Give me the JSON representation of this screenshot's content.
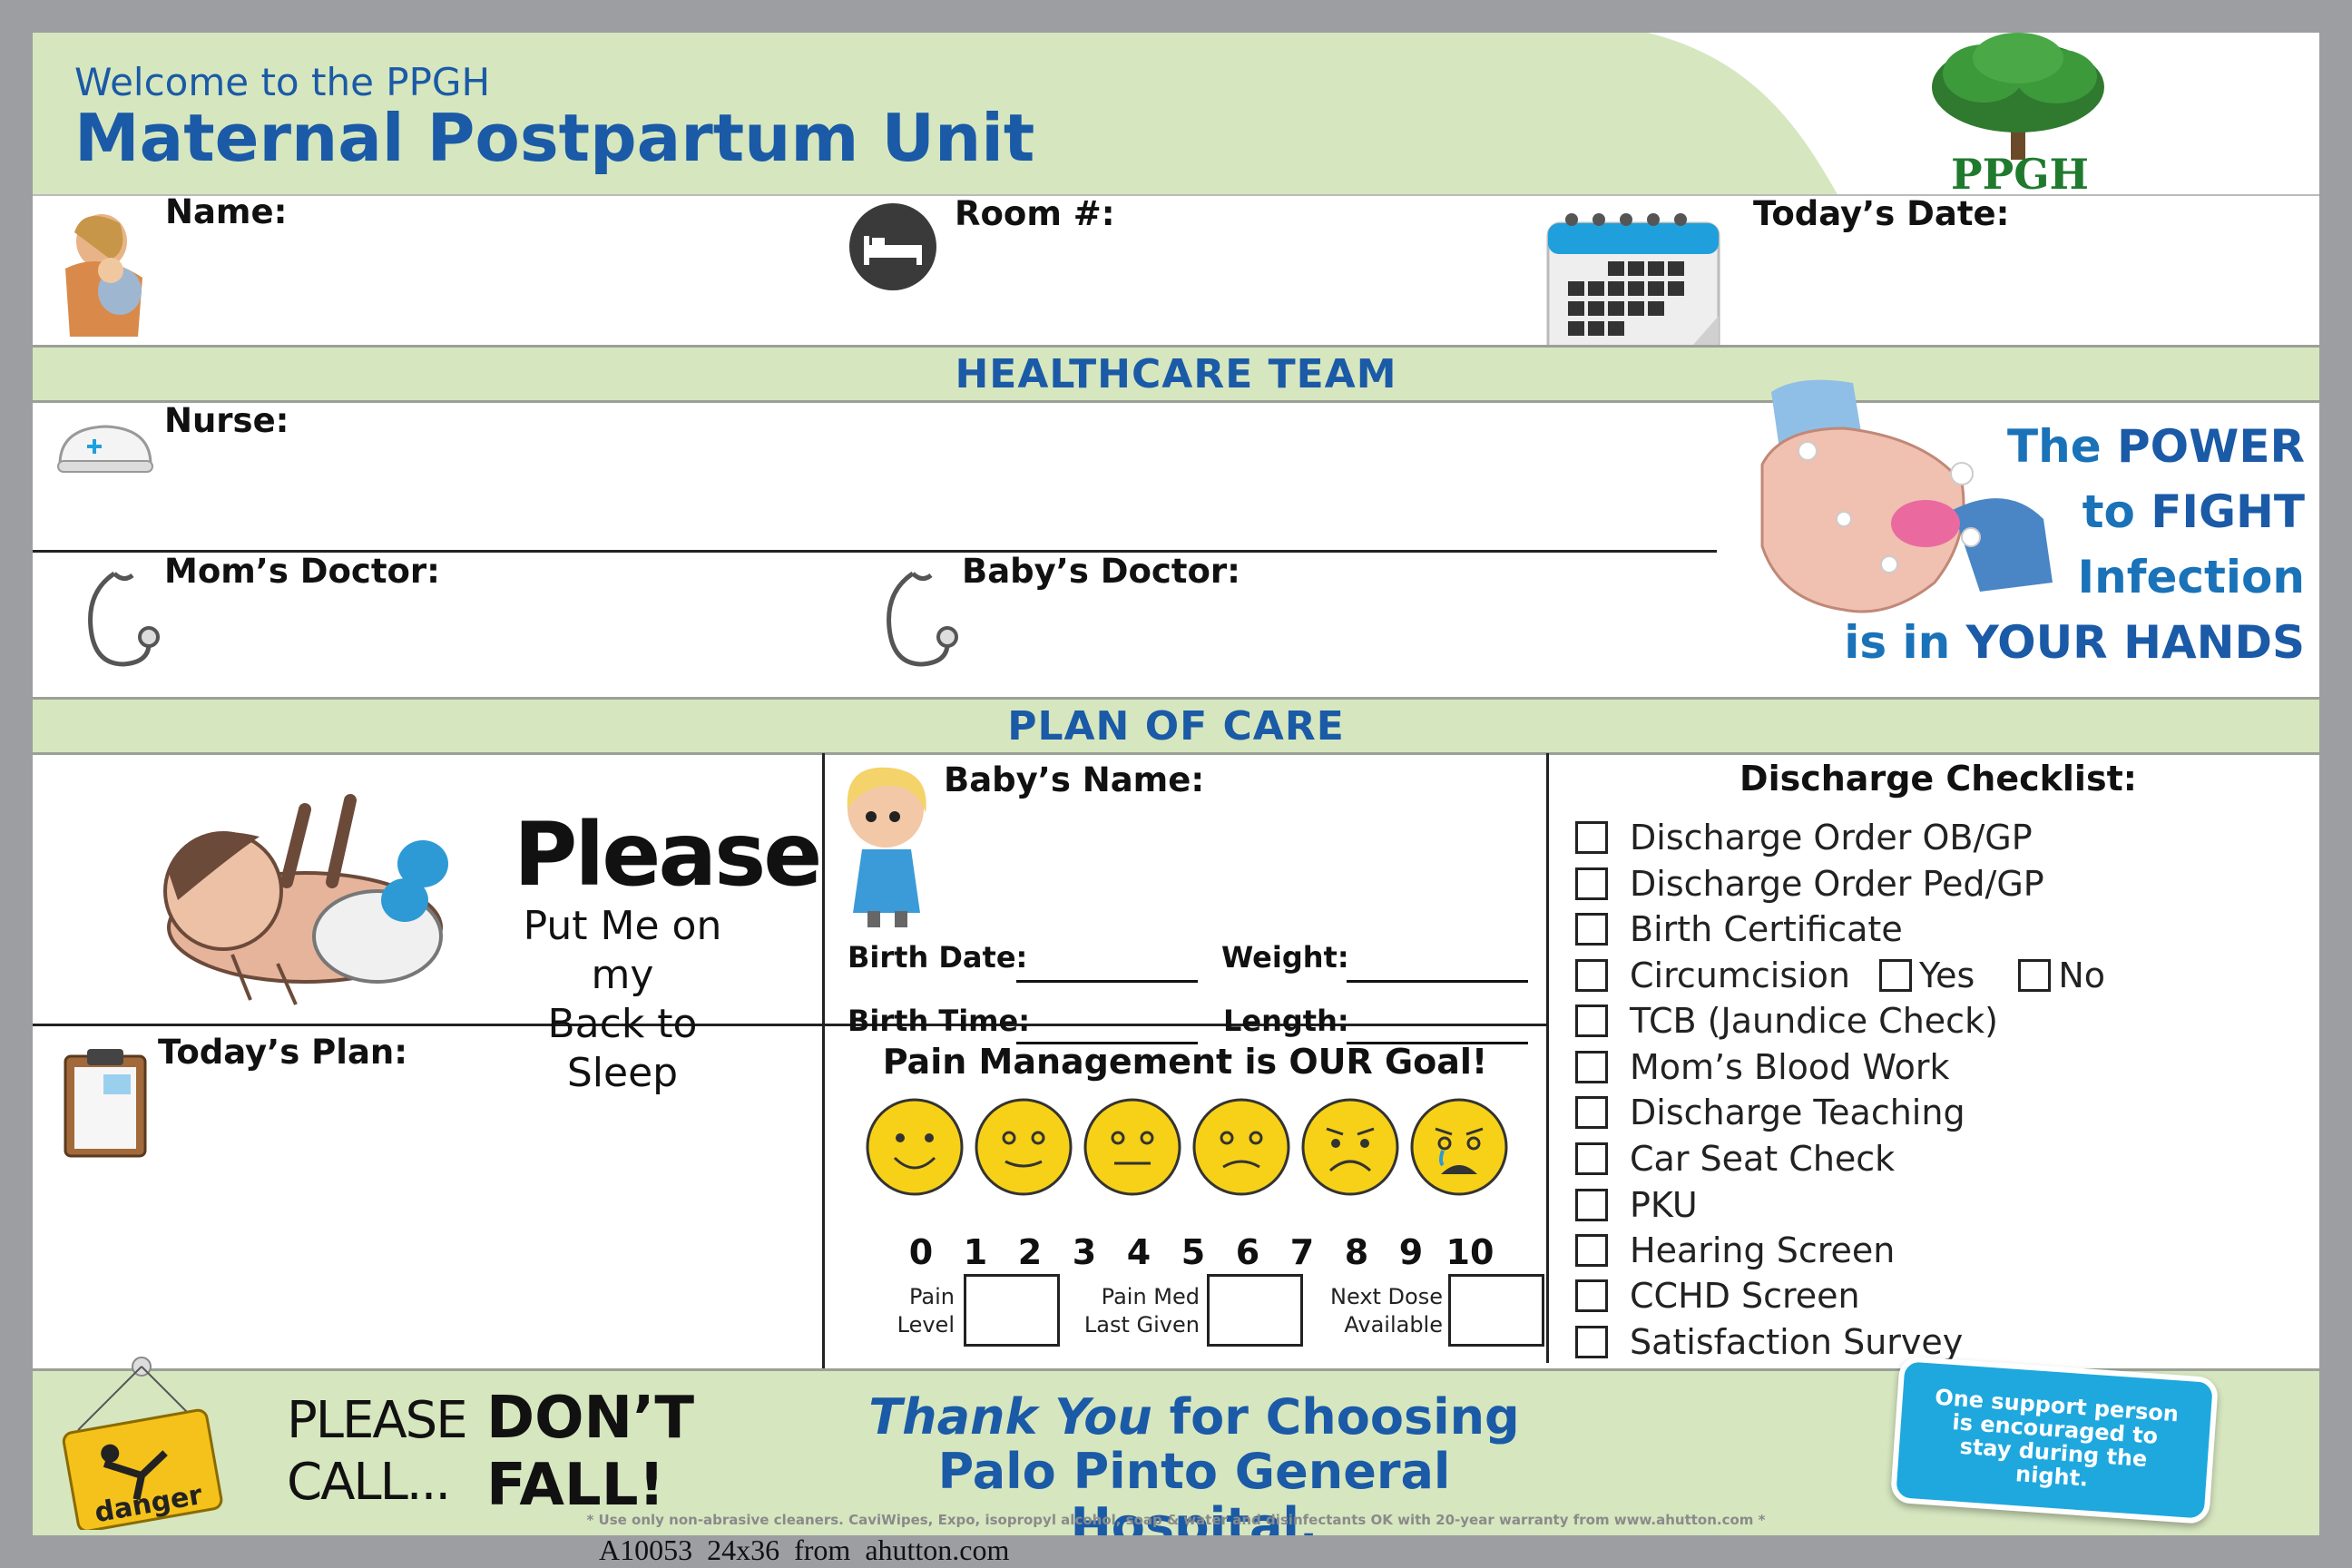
{
  "header": {
    "welcome": "Welcome to the PPGH",
    "unit": "Maternal Postpartum Unit",
    "logo_text": "PPGH"
  },
  "patient": {
    "name_label": "Name:",
    "room_label": "Room #:",
    "date_label": "Today’s Date:"
  },
  "team": {
    "title": "HEALTHCARE TEAM",
    "nurse_label": "Nurse:",
    "moms_doctor_label": "Mom’s Doctor:",
    "babys_doctor_label": "Baby’s Doctor:"
  },
  "hands_slogan": {
    "line1_a": "The ",
    "line1_b": "POWER",
    "line2_a": "to ",
    "line2_b": "FIGHT",
    "line3": "Infection",
    "line4_a": "is in ",
    "line4_b": "YOUR HANDS"
  },
  "care": {
    "title": "PLAN OF CARE",
    "sleep_big": "Please",
    "sleep_line1": "Put Me on my",
    "sleep_line2": "Back to Sleep",
    "babys_name_label": "Baby’s Name:",
    "birth_date_label": "Birth Date:",
    "weight_label": "Weight:",
    "birth_time_label": "Birth Time:",
    "length_label": "Length:",
    "todays_plan_label": "Today’s Plan:",
    "pain_title": "Pain Management is OUR Goal!",
    "pain_scale": [
      "0",
      "1",
      "2",
      "3",
      "4",
      "5",
      "6",
      "7",
      "8",
      "9",
      "10"
    ],
    "pain_level_1": "Pain",
    "pain_level_2": "Level",
    "pain_med_1": "Pain Med",
    "pain_med_2": "Last Given",
    "next_dose_1": "Next Dose",
    "next_dose_2": "Available"
  },
  "checklist": {
    "title": "Discharge Checklist:",
    "items": [
      "Discharge Order OB/GP",
      "Discharge Order Ped/GP",
      "Birth Certificate",
      "Circumcision",
      "TCB (Jaundice Check)",
      "Mom’s Blood Work",
      "Discharge Teaching",
      "Car Seat Check",
      "PKU",
      "Hearing Screen",
      "CCHD Screen",
      "Satisfaction Survey"
    ],
    "yes_label": "Yes",
    "no_label": "No"
  },
  "footer": {
    "danger_sign": "danger",
    "please_call_1": "PLEASE",
    "please_call_2": "CALL...",
    "dont_fall_1": "DON’T",
    "dont_fall_2": "FALL!",
    "thank_you_italic": "Thank You",
    "thank_you_rest": " for Choosing",
    "hospital": "Palo Pinto General Hospital.",
    "sticker": "One support person is encouraged to stay during the night.",
    "disclaimer": "* Use only non-abrasive cleaners. CaviWipes, Expo, isopropyl alcohol, soap & water and disinfectants OK with 20-year warranty from www.ahutton.com *",
    "product_code": "A10053  24x36  from  ahutton.com"
  },
  "colors": {
    "accent_blue": "#1a5aa6",
    "band_green": "#d6e6bf",
    "face_yellow": "#f7d117"
  }
}
